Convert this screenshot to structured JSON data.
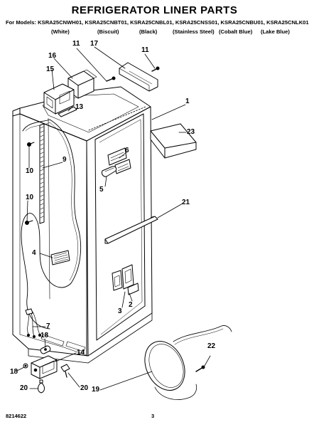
{
  "header": {
    "title": "REFRIGERATOR LINER PARTS",
    "models_line": "For Models: KSRA25CNWH01, KSRA25CNBT01, KSRA25CNBL01, KSRA25CNSS01, KSRA25CNBU01, KSRA25CNLK01",
    "colors": [
      "(White)",
      "(Biscuit)",
      "(Black)",
      "(Stainless Steel)",
      "(Cobalt Blue)",
      "(Lake Blue)"
    ]
  },
  "callouts": {
    "c1": "1",
    "c2": "2",
    "c3": "3",
    "c4": "4",
    "c5": "5",
    "c6": "6",
    "c7": "7",
    "c9": "9",
    "c10a": "10",
    "c10b": "10",
    "c11a": "11",
    "c11b": "11",
    "c13": "13",
    "c14": "14",
    "c15": "15",
    "c16": "16",
    "c17": "17",
    "c18a": "18",
    "c18b": "18",
    "c19": "19",
    "c20a": "20",
    "c20b": "20",
    "c21": "21",
    "c22": "22",
    "c23": "23"
  },
  "footer": {
    "doc_number": "8214622",
    "page_number": "3"
  }
}
